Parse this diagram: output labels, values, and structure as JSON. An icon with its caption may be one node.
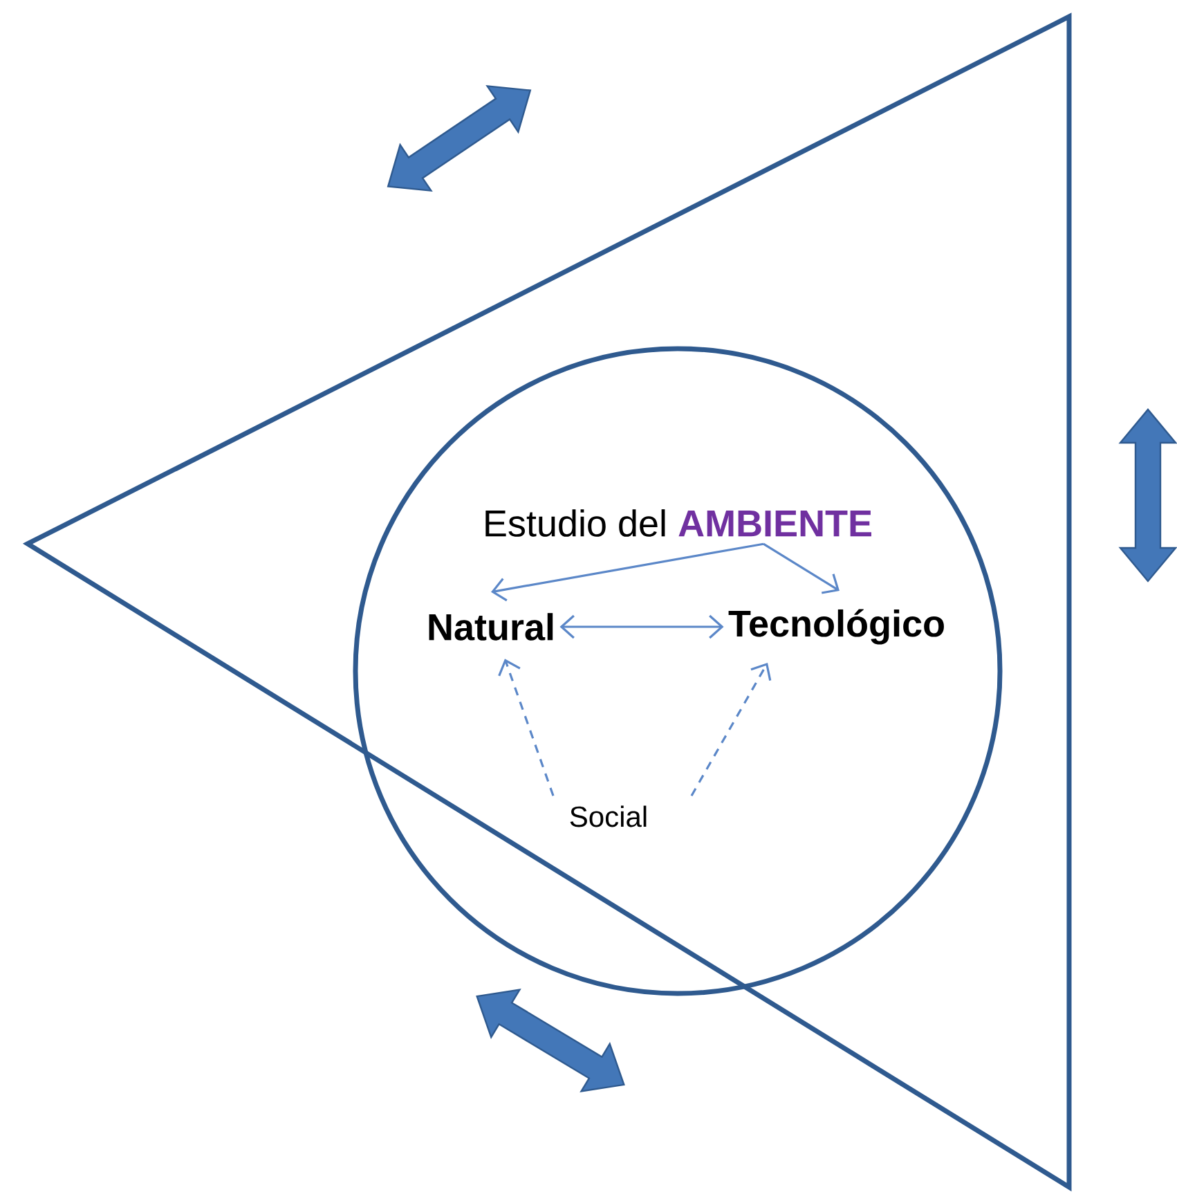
{
  "diagram": {
    "nodes": [
      {
        "text": [],
        "shape": "triangle"
      },
      {
        "text": [],
        "shape": "circle",
        "in": 0
      },
      {
        "text": [
          "Estudio del",
          "AMBIENTE"
        ],
        "in": 1
      },
      {
        "text": [
          "Natural"
        ],
        "in": 1
      },
      {
        "text": [
          "Tecnológico"
        ],
        "in": 1
      },
      {
        "text": [
          "Social"
        ],
        "in": 1
      }
    ],
    "edges": [
      {
        "from": 2,
        "to": 3,
        "arrow": "to"
      },
      {
        "from": 2,
        "to": 4,
        "arrow": "to"
      },
      {
        "from": 3,
        "to": 4,
        "arrow": "both"
      },
      {
        "from": 5,
        "to": 3,
        "arrow": "to",
        "style": "dashed"
      },
      {
        "from": 5,
        "to": 4,
        "arrow": "to",
        "style": "dashed"
      }
    ]
  }
}
